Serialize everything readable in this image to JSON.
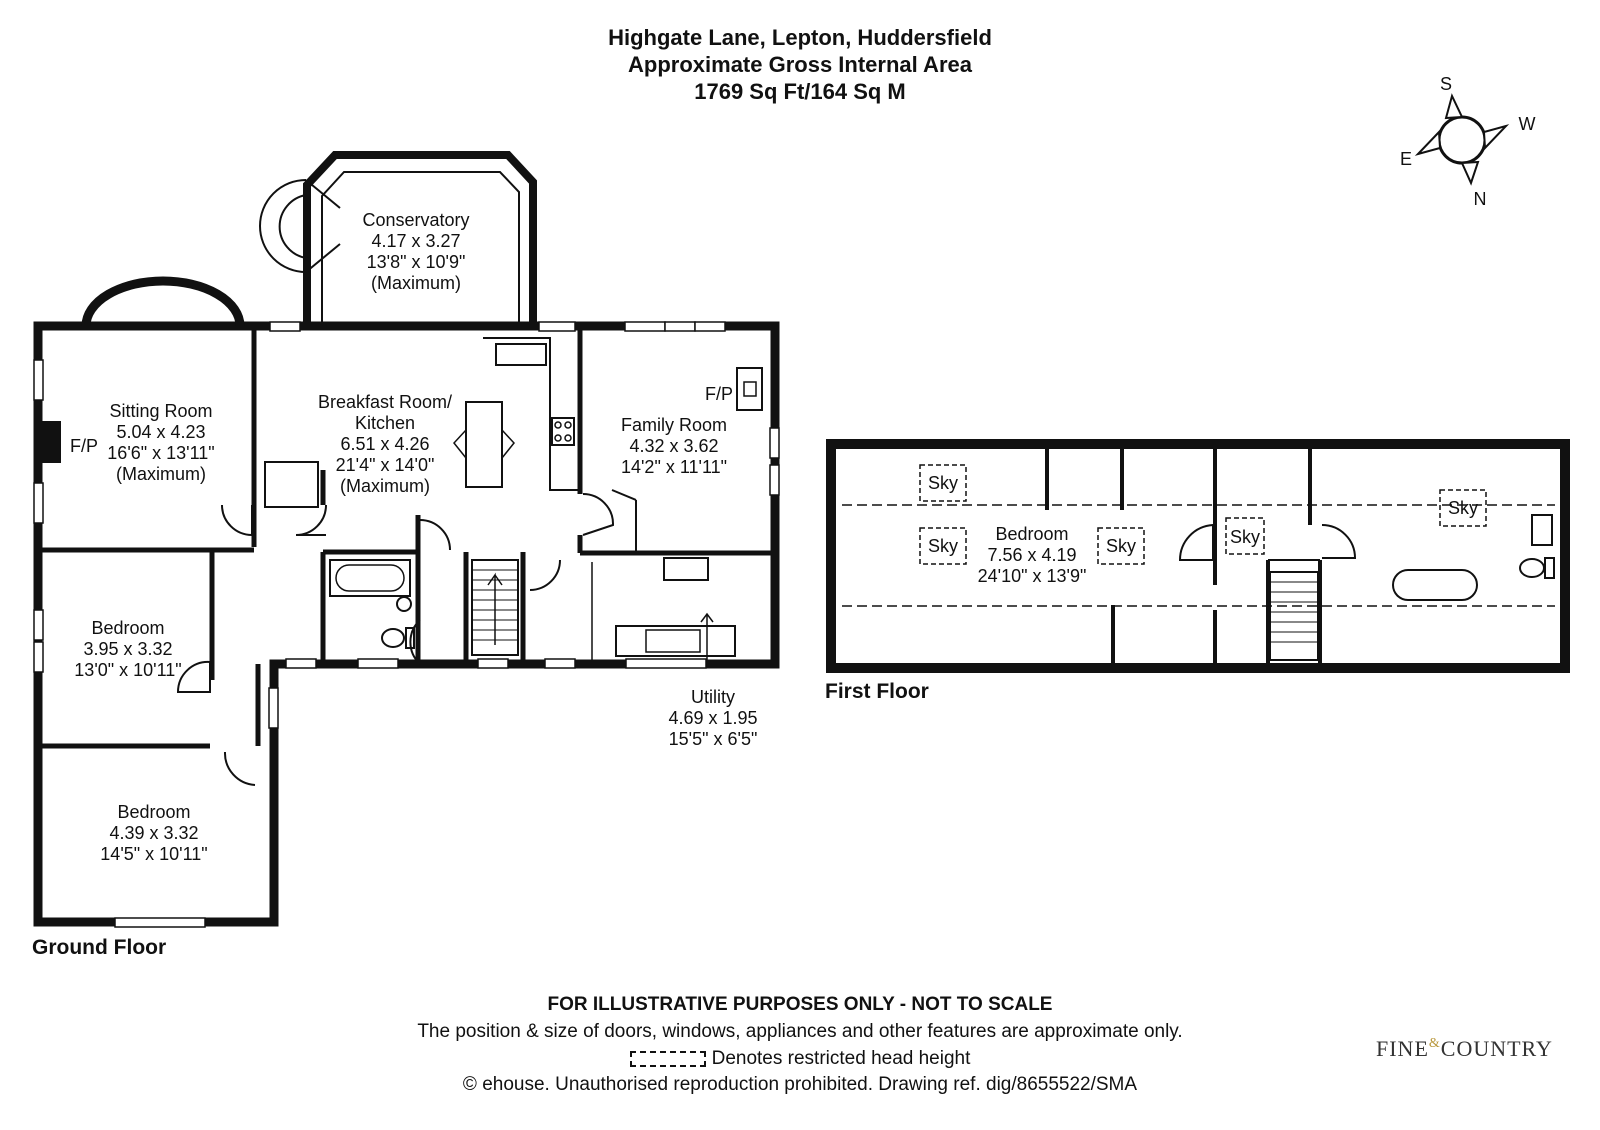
{
  "header": {
    "title": "Highgate Lane, Lepton, Huddersfield",
    "subtitle": "Approximate Gross Internal Area",
    "area": "1769 Sq Ft/164 Sq M"
  },
  "compass": {
    "s": "S",
    "w": "W",
    "e": "E",
    "n": "N"
  },
  "floors": {
    "ground": "Ground Floor",
    "first": "First Floor"
  },
  "rooms": {
    "conservatory": [
      "Conservatory",
      "4.17 x 3.27",
      "13'8\" x 10'9\"",
      "(Maximum)"
    ],
    "sitting": [
      "Sitting Room",
      "5.04 x 4.23",
      "16'6\" x 13'11\"",
      "(Maximum)"
    ],
    "kitchen": [
      "Breakfast Room/",
      "Kitchen",
      "6.51 x 4.26",
      "21'4\" x 14'0\"",
      "(Maximum)"
    ],
    "family": [
      "Family Room",
      "4.32 x 3.62",
      "14'2\" x 11'11\""
    ],
    "bedroom1": [
      "Bedroom",
      "3.95 x 3.32",
      "13'0\" x 10'11\""
    ],
    "bedroom2": [
      "Bedroom",
      "4.39 x 3.32",
      "14'5\" x 10'11\""
    ],
    "utility": [
      "Utility",
      "4.69 x 1.95",
      "15'5\" x 6'5\""
    ],
    "bedroom_first": [
      "Bedroom",
      "7.56 x 4.19",
      "24'10\" x 13'9\""
    ]
  },
  "labels": {
    "fp": "F/P",
    "sky": "Sky"
  },
  "footer": {
    "disclaimer": "FOR ILLUSTRATIVE PURPOSES ONLY - NOT TO SCALE",
    "note": "The position & size of doors, windows, appliances and other features are approximate only.",
    "legend": "Denotes restricted head height",
    "copyright": "© ehouse. Unauthorised reproduction prohibited. Drawing ref. dig/8655522/SMA"
  },
  "brand": {
    "left": "Fine",
    "amp": "&",
    "right": "Country"
  }
}
